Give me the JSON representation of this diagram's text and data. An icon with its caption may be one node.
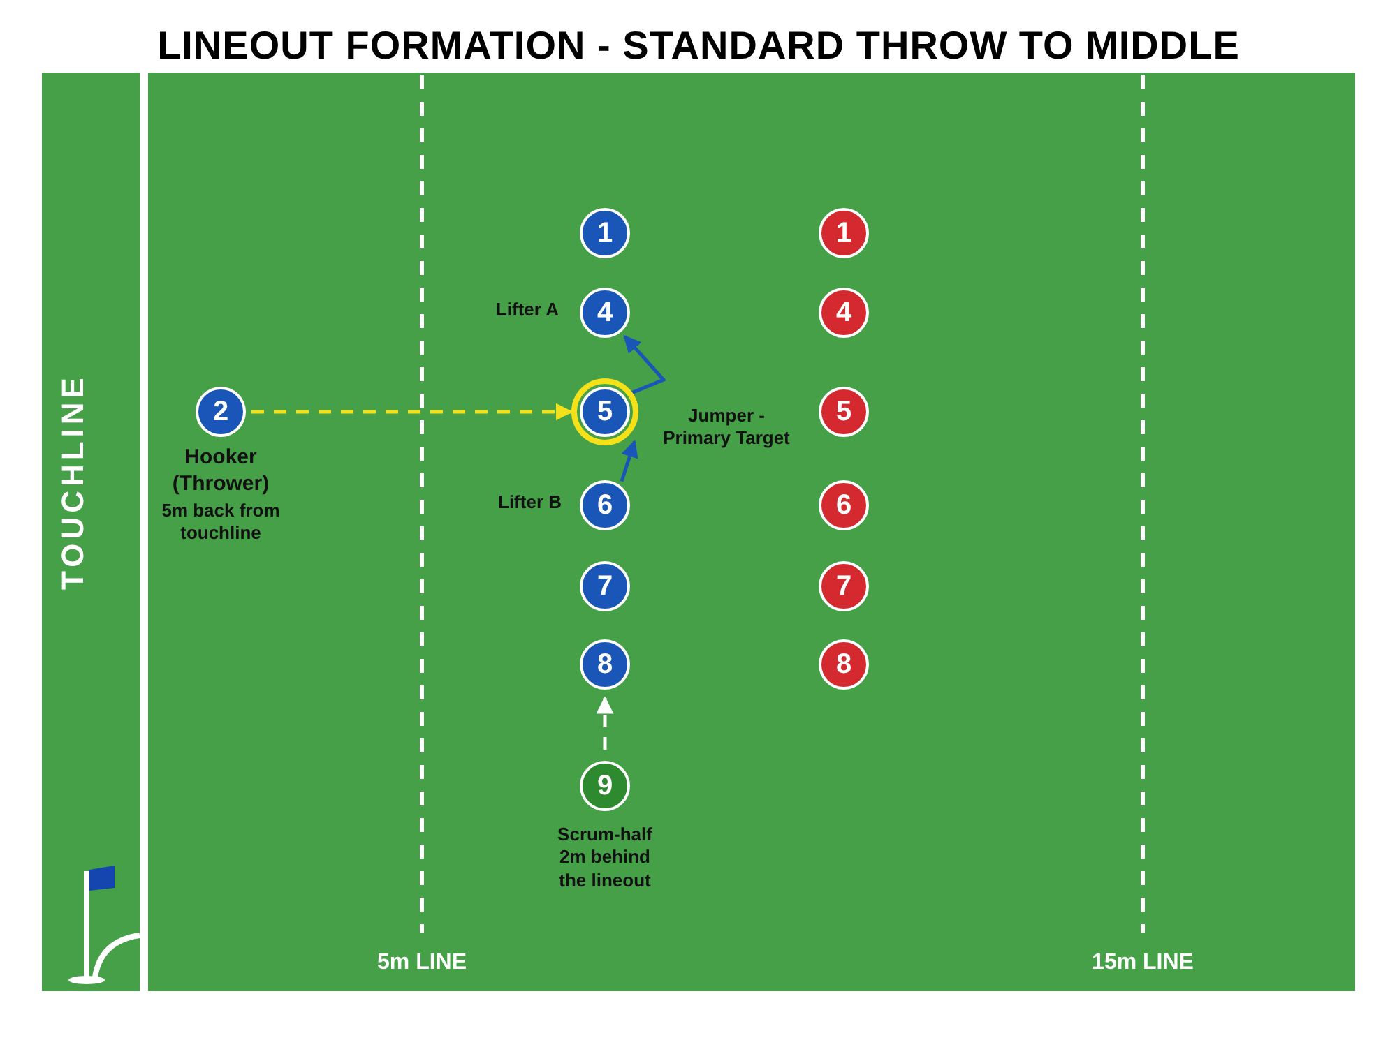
{
  "diagram": {
    "title": "LINEOUT FORMATION - STANDARD THROW TO MIDDLE",
    "nodes": [
      {
        "text": [
          "1"
        ]
      },
      {
        "text": [
          "1"
        ]
      },
      {
        "text": [
          "4"
        ],
        "beside": [
          "Lifter A"
        ]
      },
      {
        "text": [
          "4"
        ]
      },
      {
        "text": [
          "2"
        ],
        "beside": [
          "Hooker (Thrower)",
          "5m back from touchline"
        ]
      },
      {
        "text": [
          "5"
        ],
        "beside": [
          "Jumper - Primary Target"
        ]
      },
      {
        "text": [
          "5"
        ]
      },
      {
        "text": [
          "6"
        ],
        "beside": [
          "Lifter B"
        ]
      },
      {
        "text": [
          "6"
        ]
      },
      {
        "text": [
          "7"
        ]
      },
      {
        "text": [
          "7"
        ]
      },
      {
        "text": [
          "8"
        ]
      },
      {
        "text": [
          "8"
        ]
      },
      {
        "text": [
          "9"
        ],
        "beside": [
          "Scrum-half 2m behind the lineout"
        ]
      }
    ],
    "edges": [
      {
        "from": 4,
        "to": 5,
        "arrow": "to",
        "style": "dashed",
        "color": "#f5e11a"
      },
      {
        "from": 5,
        "to": 2,
        "arrow": "to"
      },
      {
        "from": 7,
        "to": 5,
        "arrow": "to"
      },
      {
        "from": 13,
        "to": 11,
        "arrow": "to",
        "style": "dashed",
        "color": "#ffffff"
      }
    ],
    "labels": [
      "TOUCHLINE",
      "5m LINE",
      "15m LINE"
    ]
  }
}
